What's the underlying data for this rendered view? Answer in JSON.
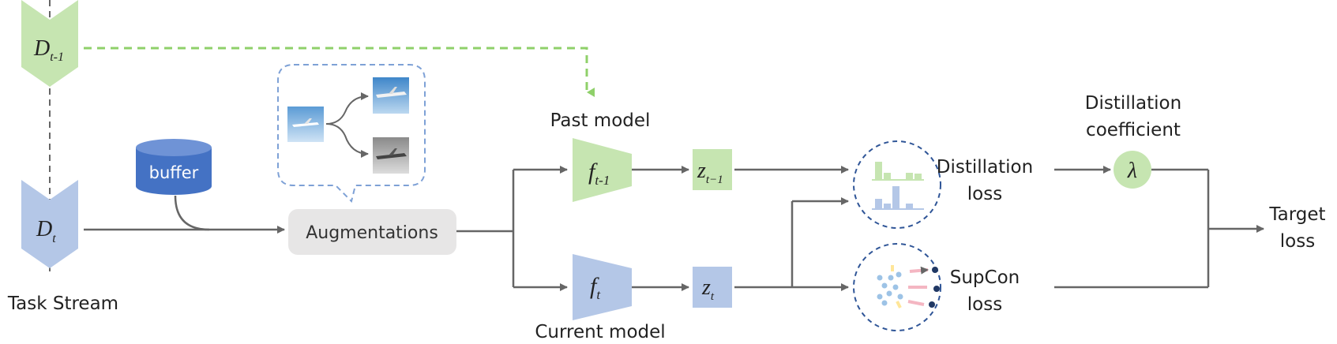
{
  "colors": {
    "green": "#c6e5b1",
    "green_dash": "#8fd06a",
    "blue": "#b4c7e7",
    "buffer_blue": "#4472c4",
    "aug_box": "#e7e6e6",
    "circle_border": "#2f5597",
    "line": "#666666"
  },
  "task_stream": {
    "label": "Task Stream",
    "prev_task": "D",
    "prev_task_sub": "t-1",
    "cur_task": "D",
    "cur_task_sub": "t"
  },
  "buffer": {
    "label": "buffer"
  },
  "augmentations": {
    "label": "Augmentations"
  },
  "past_model": {
    "label": "Past model",
    "f": "f",
    "f_sub": "t-1",
    "z": "z",
    "z_sub": "t−1"
  },
  "current_model": {
    "label": "Current model",
    "f": "f",
    "f_sub": "t",
    "z": "z",
    "z_sub": "t"
  },
  "distillation_loss": {
    "line1": "Distillation",
    "line2": "loss"
  },
  "supcon_loss": {
    "line1": "SupCon",
    "line2": "loss"
  },
  "coefficient": {
    "line1": "Distillation",
    "line2": "coefficient",
    "symbol": "λ"
  },
  "target_loss": {
    "line1": "Target",
    "line2": "loss"
  }
}
